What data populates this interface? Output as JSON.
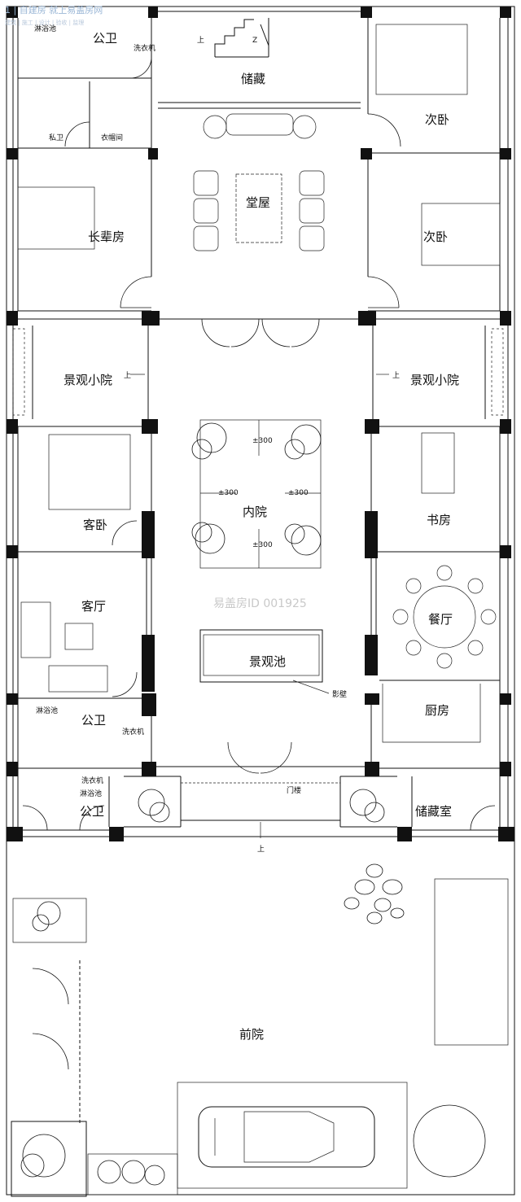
{
  "watermark_top": {
    "line1": "1 | 自建房 就上易盖房网",
    "line2": "建筑 | 施工 | 设计 | 验收 | 监理"
  },
  "watermark_center": "易盖房ID 001925",
  "rooms": {
    "public_bath_top": "公卫",
    "storage_top": "储藏",
    "private_bath": "私卫",
    "cloakroom": "衣帽间",
    "second_bedroom_top": "次卧",
    "main_hall": "堂屋",
    "elder_room": "长辈房",
    "second_bedroom_mid": "次卧",
    "landscape_yard_left": "景观小院",
    "landscape_yard_right": "景观小院",
    "guest_bedroom": "客卧",
    "study": "书房",
    "inner_courtyard": "内院",
    "living_room": "客厅",
    "dining_room": "餐厅",
    "landscape_pool": "景观池",
    "screen_wall": "影壁",
    "public_bath_mid": "公卫",
    "kitchen": "厨房",
    "public_bath_low": "公卫",
    "gate_tower": "门楼",
    "storage_room": "储藏室",
    "front_yard": "前院"
  },
  "annotations": {
    "shower_1": "淋浴池",
    "washer_1": "洗衣机",
    "shower_2": "淋浴池",
    "washer_2": "洗衣机",
    "shower_3": "淋浴池",
    "washer_3": "洗衣机",
    "up_stair": "上",
    "up_left": "上",
    "up_right": "上",
    "up_entry": "上",
    "stair_z": "Z"
  },
  "dimensions": {
    "inner_top": "±300",
    "inner_left": "±300",
    "inner_right": "±300",
    "inner_bottom": "±300"
  },
  "colors": {
    "wall": "#111111",
    "line": "#111111",
    "watermark": "#c9c9c9"
  }
}
